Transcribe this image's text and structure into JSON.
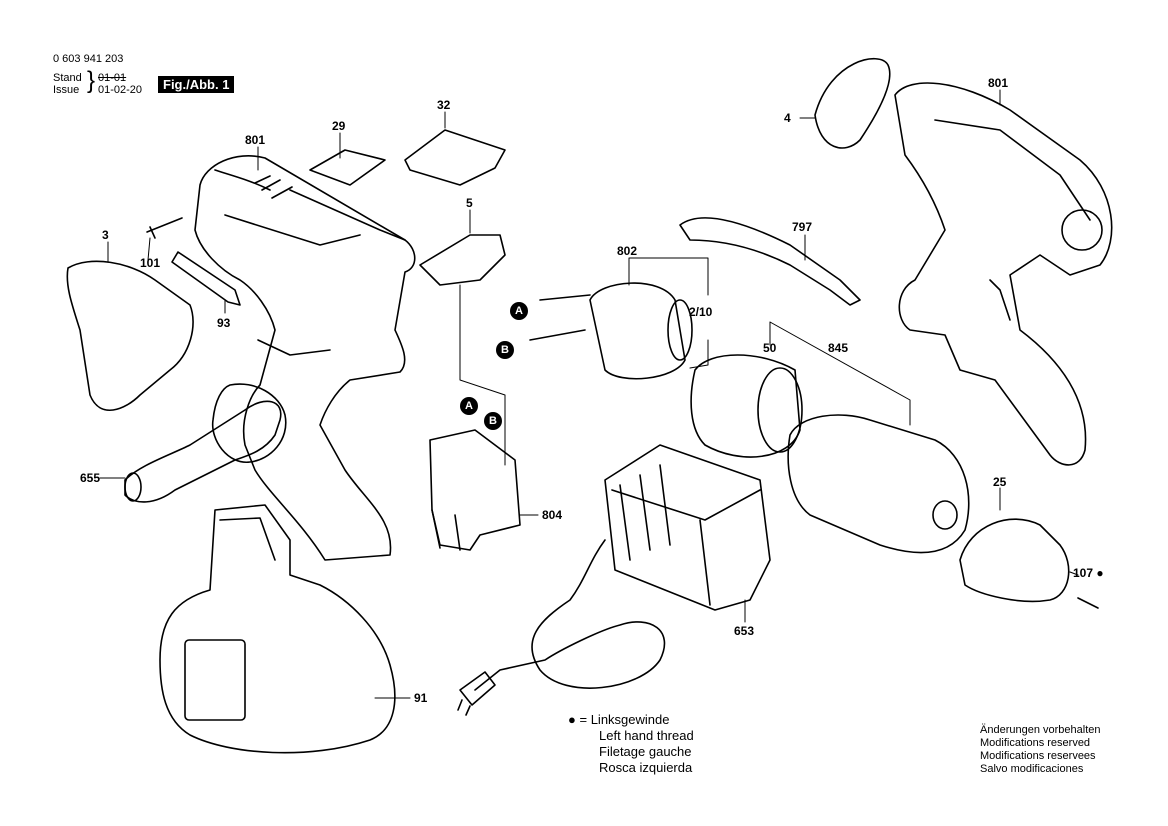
{
  "header": {
    "doc_number": "0 603 941 203",
    "stand_label": "Stand",
    "issue_label": "Issue",
    "stand_value": "01-01",
    "issue_value": "01-02-20",
    "figure_label": "Fig./Abb. 1"
  },
  "callouts": {
    "p29": "29",
    "p32": "32",
    "p801_left": "801",
    "p5": "5",
    "p3": "3",
    "p101": "101",
    "p93": "93",
    "p655": "655",
    "p91": "91",
    "p804": "804",
    "p802": "802",
    "p2_10": "2/10",
    "p50": "50",
    "p845": "845",
    "p797": "797",
    "p4": "4",
    "p801_right": "801",
    "p653": "653",
    "p25": "25",
    "p107": "107",
    "wire_a": "A",
    "wire_b": "B",
    "switch_a": "A",
    "switch_b": "B"
  },
  "legend": {
    "symbol": "●",
    "equals": "=",
    "lines": [
      "Linksgewinde",
      "Left hand thread",
      "Filetage gauche",
      "Rosca izquierda"
    ]
  },
  "notes": [
    "Änderungen vorbehalten",
    "Modifications reserved",
    "Modifications reservees",
    "Salvo modificaciones"
  ]
}
